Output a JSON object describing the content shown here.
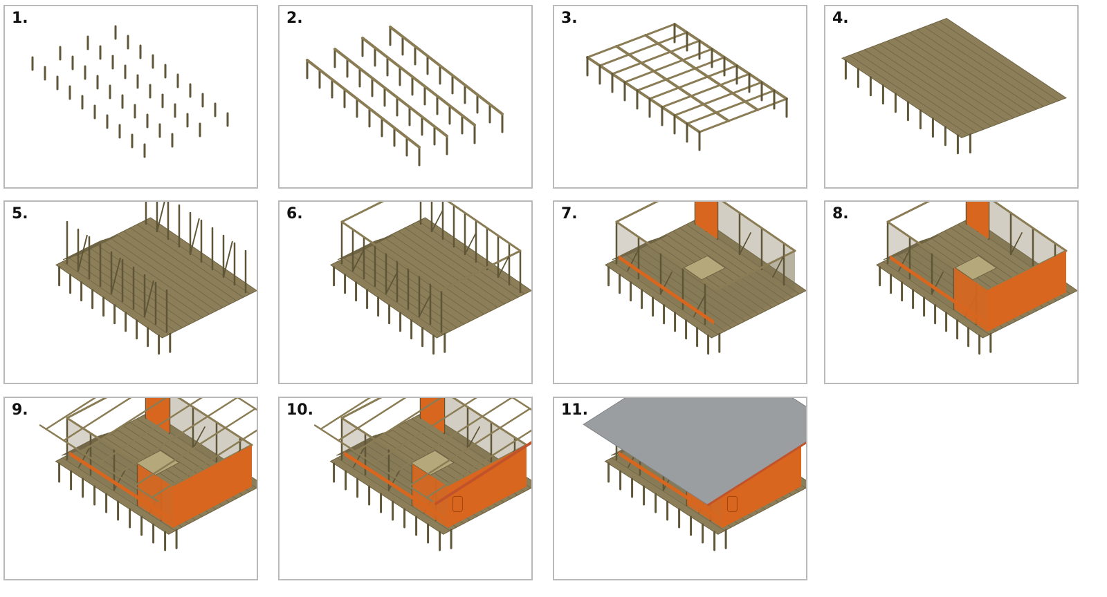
{
  "colors": {
    "border": "#b9b9b9",
    "wood": "#8a7c55",
    "wood_dark": "#5f5638",
    "floor": "#8b7e58",
    "floor_dark": "#6e6444",
    "wall_orange": "#d9661e",
    "roof_grey": "#9a9ea1",
    "roof_edge": "#c0532b"
  },
  "steps": [
    {
      "label": "1.",
      "stage": 1
    },
    {
      "label": "2.",
      "stage": 2
    },
    {
      "label": "3.",
      "stage": 3
    },
    {
      "label": "4.",
      "stage": 4
    },
    {
      "label": "5.",
      "stage": 5
    },
    {
      "label": "6.",
      "stage": 6
    },
    {
      "label": "7.",
      "stage": 7
    },
    {
      "label": "8.",
      "stage": 8
    },
    {
      "label": "9.",
      "stage": 9
    },
    {
      "label": "10.",
      "stage": 10
    },
    {
      "label": "11.",
      "stage": 11
    }
  ]
}
